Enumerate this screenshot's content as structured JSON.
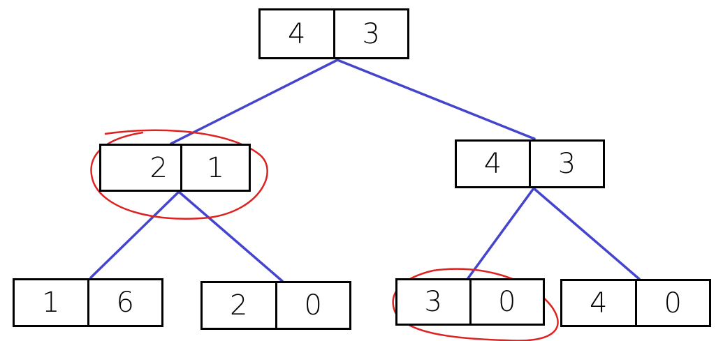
{
  "colors": {
    "edge": "#4444cc",
    "highlight": "#dd2222",
    "box": "#000000"
  },
  "tree": {
    "root": {
      "a": "4",
      "b": "3"
    },
    "left": {
      "a": "2",
      "b": "1",
      "highlighted": true
    },
    "right": {
      "a": "4",
      "b": "3"
    },
    "ll": {
      "a": "1",
      "b": "6"
    },
    "lr": {
      "a": "2",
      "b": "0"
    },
    "rl": {
      "a": "3",
      "b": "0",
      "highlighted": true
    },
    "rr": {
      "a": "4",
      "b": "0"
    }
  }
}
